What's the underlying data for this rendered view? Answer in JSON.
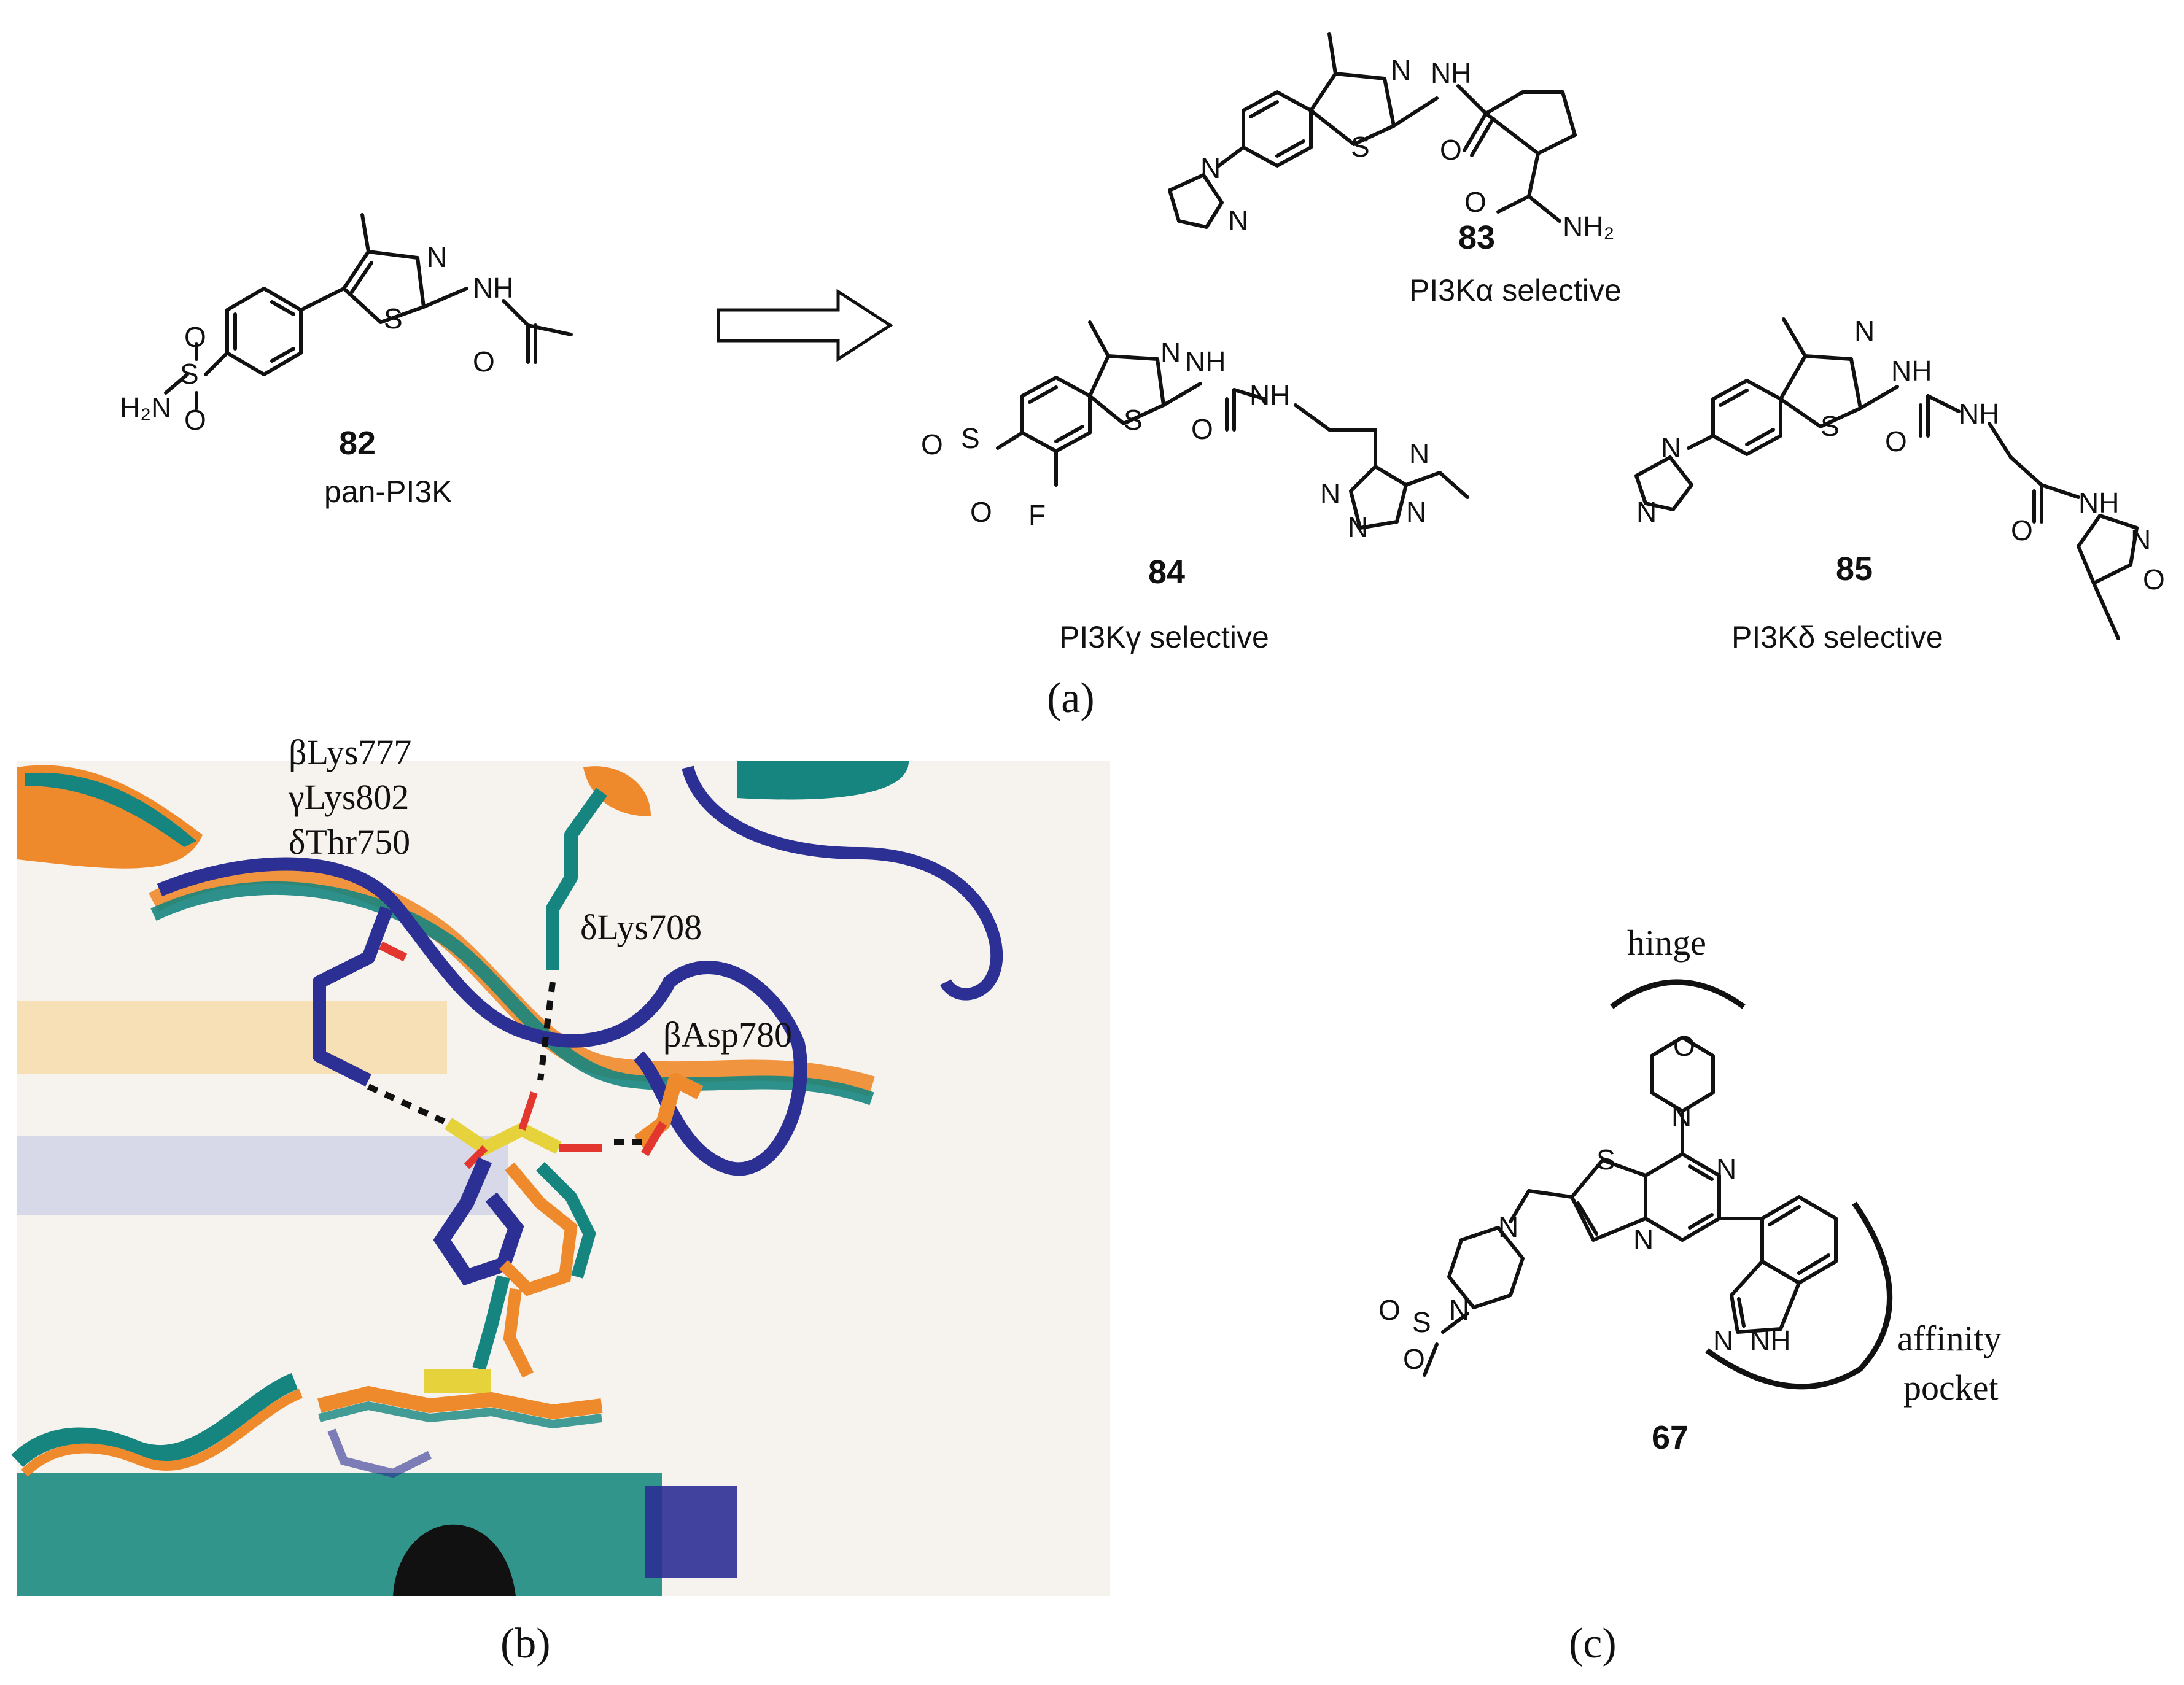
{
  "panel_labels": {
    "a": "(a)",
    "b": "(b)",
    "c": "(c)"
  },
  "panel_a": {
    "compounds": [
      {
        "id": "82",
        "caption": "pan-PI3K"
      },
      {
        "id": "83",
        "caption": "PI3Kα selective"
      },
      {
        "id": "84",
        "caption": "PI3Kγ selective"
      },
      {
        "id": "85",
        "caption": "PI3Kδ selective"
      }
    ],
    "atoms": {
      "N": "N",
      "S": "S",
      "NH": "NH",
      "O": "O",
      "F": "F",
      "H2N": "H2N",
      "NH2": "NH2",
      "OS": "O=S",
      "SO": "S=O"
    }
  },
  "panel_b": {
    "residue_labels": [
      "βLys777",
      "γLys802",
      "δThr750",
      "δLys708",
      "βAsp780"
    ],
    "colors": {
      "orange": "#ef8a2c",
      "teal": "#17857f",
      "navy": "#2c2f93",
      "sulfur": "#e6d23a",
      "oxygen": "#e2362f"
    }
  },
  "panel_c": {
    "compound": "67",
    "region_labels": {
      "hinge": "hinge",
      "affinity": "affinity",
      "pocket": "pocket"
    },
    "atoms": {
      "O": "O",
      "N": "N",
      "S": "S",
      "NH": "NH",
      "NNH": "N–NH"
    }
  }
}
